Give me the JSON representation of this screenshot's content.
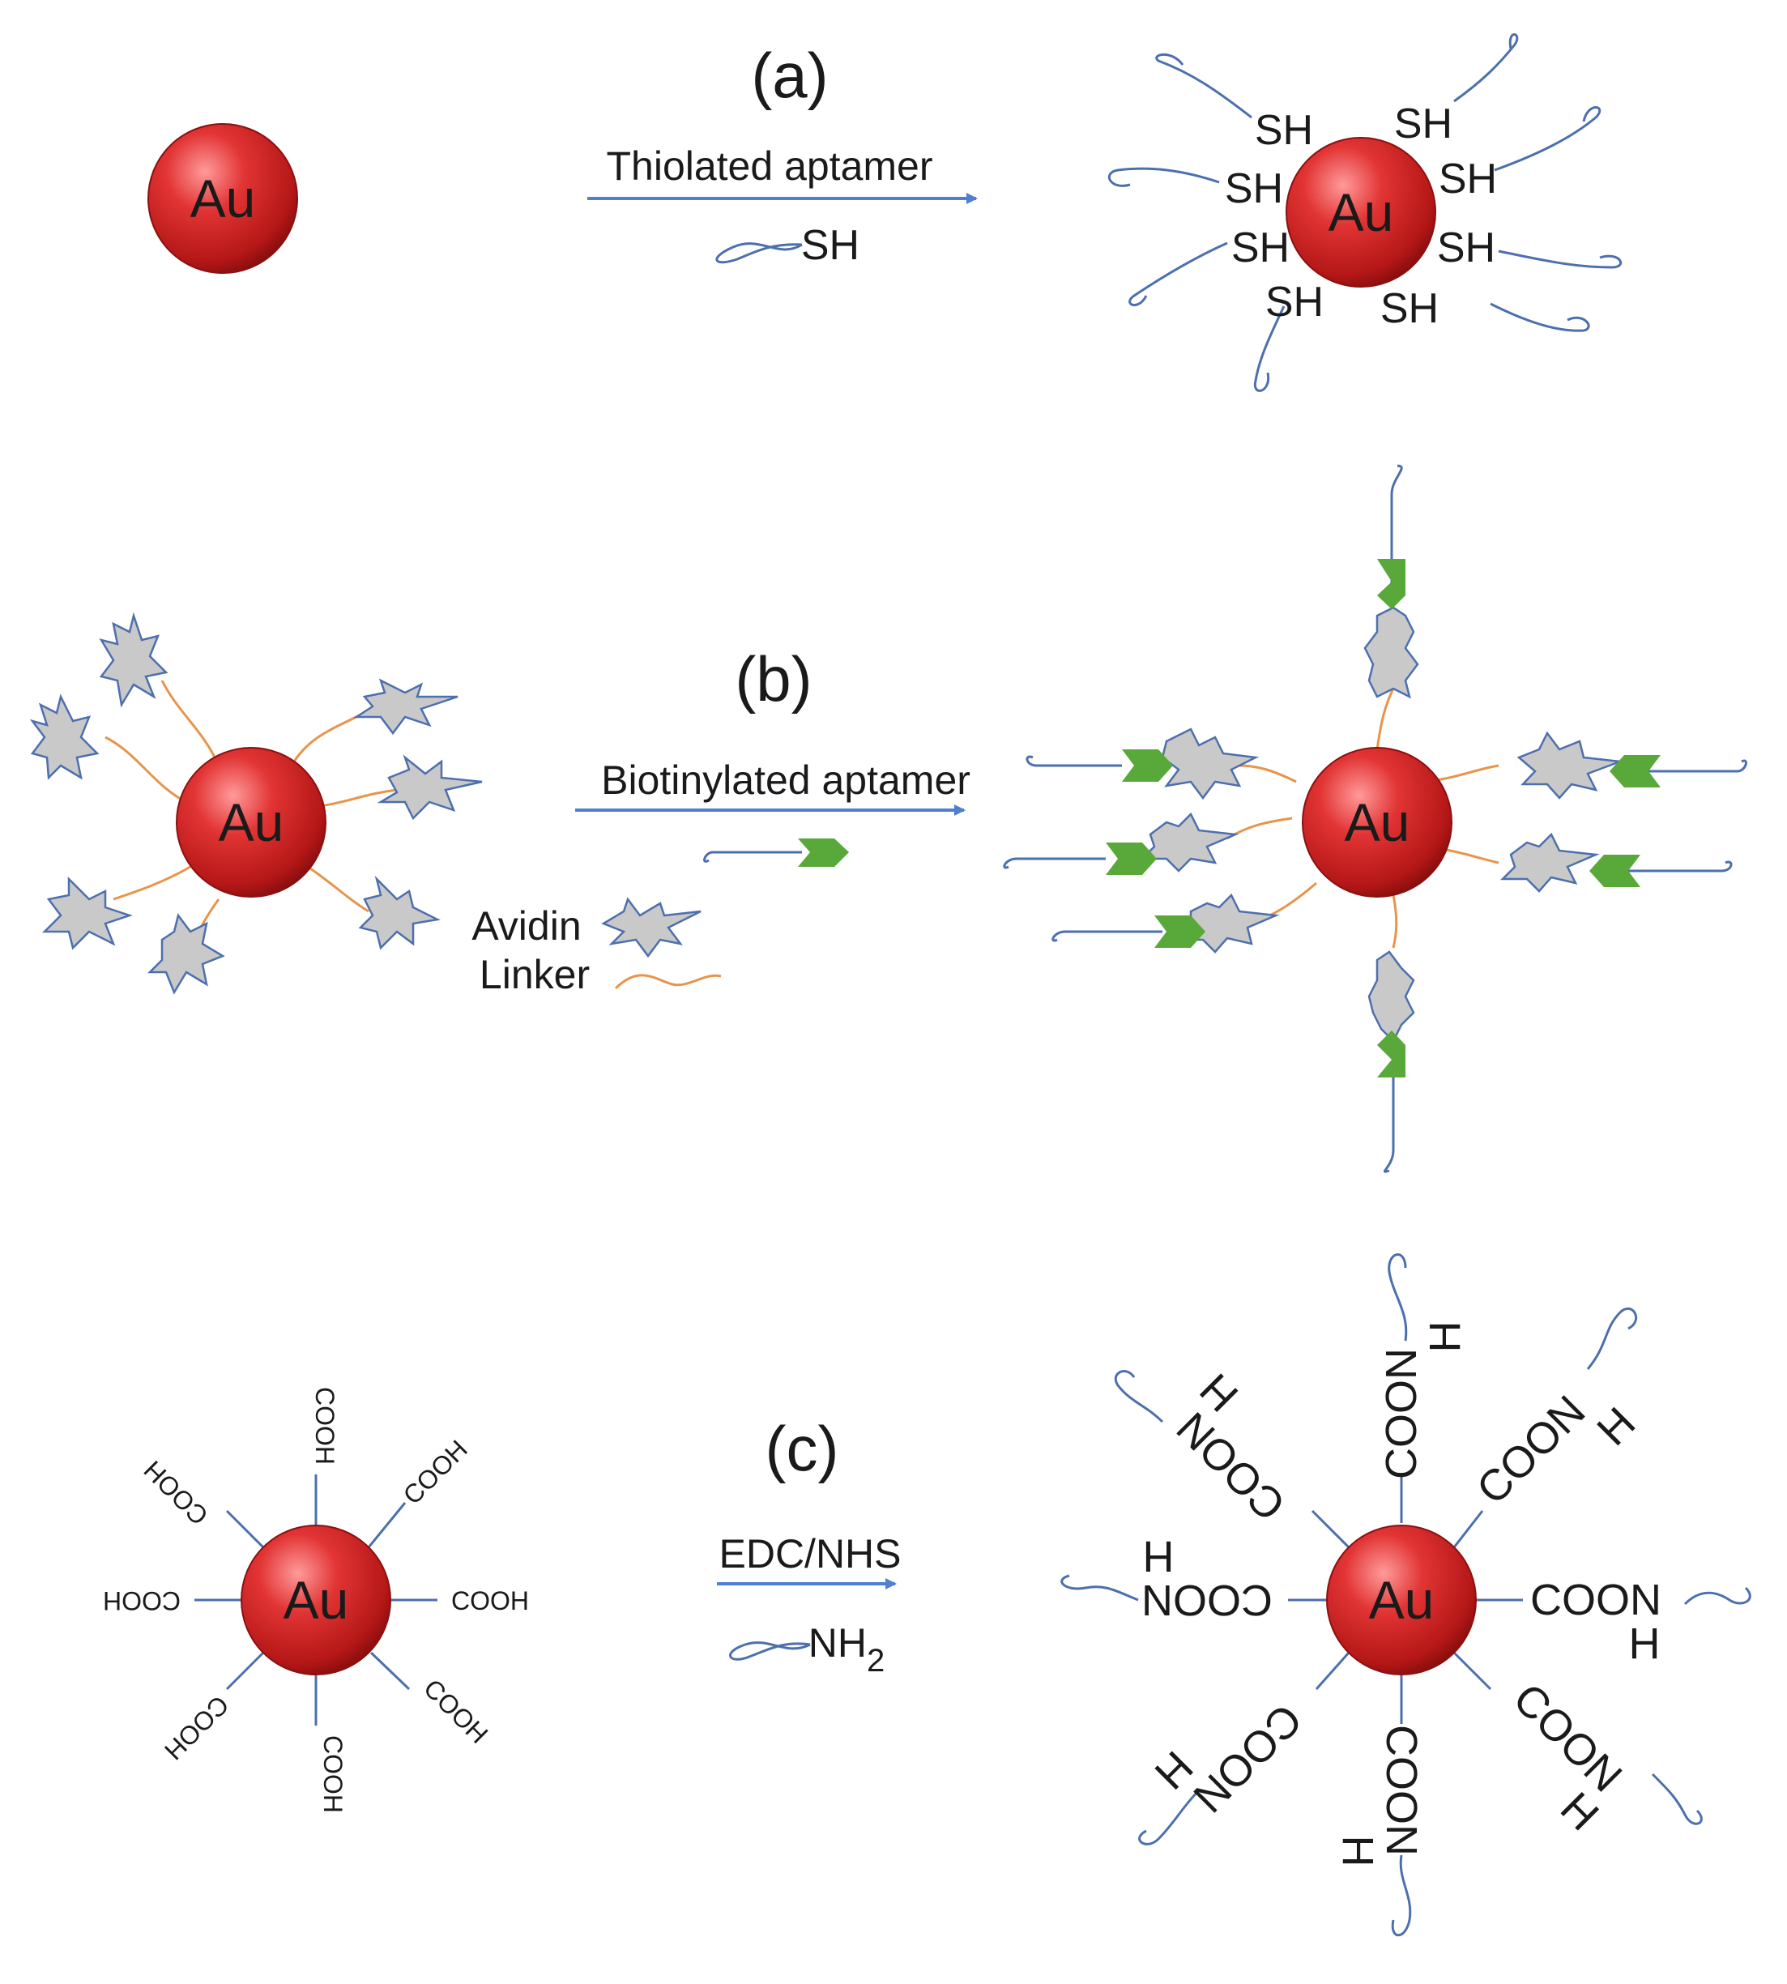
{
  "colors": {
    "gold_sphere": "#d42a2a",
    "aptamer": "#4c6fae",
    "arrow": "#4f7fd1",
    "linker": "#e8944a",
    "avidin_fill": "#c9c9c9",
    "avidin_stroke": "#4c6fae",
    "biotin": "#59a83a"
  },
  "icons": [
    "gold-nanoparticle",
    "aptamer-strand",
    "avidin-protein",
    "linker-chain",
    "biotin-tag",
    "reaction-arrow"
  ],
  "panels": {
    "a": {
      "label": "(a)",
      "particle_label": "Au",
      "reagent": "Thiolated aptamer",
      "reagent_group": "SH",
      "product_particle_label": "Au",
      "product_groups": [
        "SH",
        "SH",
        "SH",
        "SH",
        "SH",
        "SH",
        "SH",
        "SH"
      ]
    },
    "b": {
      "label": "(b)",
      "particle_label": "Au",
      "reagent": "Biotinylated aptamer",
      "legend_avidin": "Avidin",
      "legend_linker": "Linker",
      "product_particle_label": "Au"
    },
    "c": {
      "label": "(c)",
      "particle_label": "Au",
      "surface_groups": [
        "COOH",
        "COOH",
        "COOH",
        "COOH",
        "COOH",
        "COOH",
        "COOH",
        "COOH"
      ],
      "reagent": "EDC/NHS",
      "reagent_group": "NH",
      "reagent_group_subscript": "2",
      "product_particle_label": "Au",
      "product_group": "COON",
      "product_group_h": "H"
    }
  }
}
